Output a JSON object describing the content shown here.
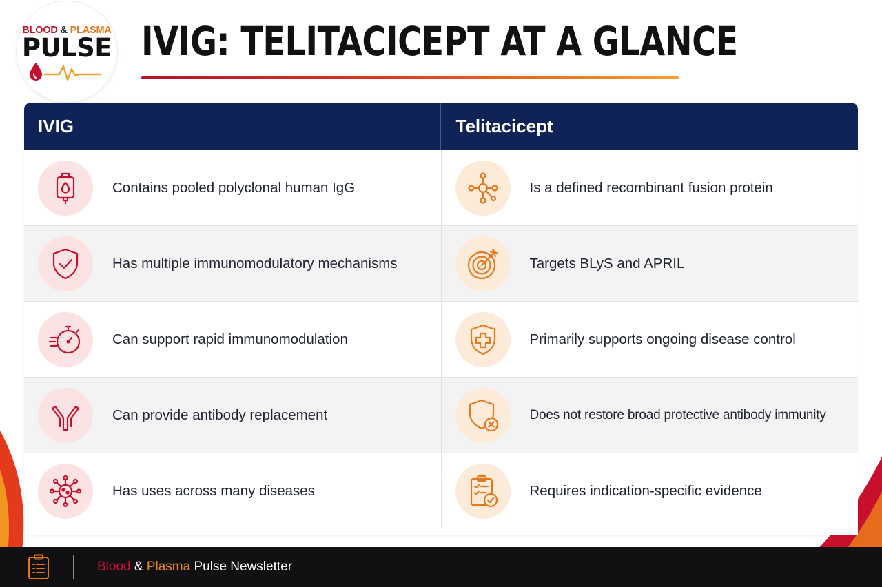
{
  "logo": {
    "top_red": "BLOOD",
    "top_amp": " & ",
    "top_orange": "PLASMA",
    "main": "PULSE"
  },
  "title": "IVIG: TELITACICEPT AT A GLANCE",
  "colors": {
    "navy_header": "#0f2356",
    "accent_red": "#c8102e",
    "accent_orange": "#e8771c"
  },
  "table": {
    "headers": [
      "IVIG",
      "Telitacicept"
    ],
    "rows": [
      {
        "ivig": {
          "icon": "iv-bag-icon",
          "text": "Contains pooled polyclonal human IgG"
        },
        "tel": {
          "icon": "molecule-icon",
          "text": "Is a defined recombinant fusion protein"
        }
      },
      {
        "ivig": {
          "icon": "shield-check-icon",
          "text": "Has multiple immunomodulatory mechanisms"
        },
        "tel": {
          "icon": "target-icon",
          "text": "Targets BLyS and APRIL"
        }
      },
      {
        "ivig": {
          "icon": "stopwatch-icon",
          "text": "Can support rapid immunomodulation"
        },
        "tel": {
          "icon": "shield-plus-icon",
          "text": "Primarily supports ongoing disease control"
        }
      },
      {
        "ivig": {
          "icon": "antibody-icon",
          "text": "Can provide antibody replacement"
        },
        "tel": {
          "icon": "shield-x-icon",
          "text": "Does not restore broad protective antibody immunity"
        }
      },
      {
        "ivig": {
          "icon": "virus-icon",
          "text": "Has uses across many diseases"
        },
        "tel": {
          "icon": "clipboard-check-icon",
          "text": "Requires indication-specific evidence"
        }
      }
    ]
  },
  "footer": {
    "icon": "clipboard-list-icon",
    "text_red": "Blood",
    "text_amp": " & ",
    "text_orange": "Plasma",
    "text_rest": " Pulse Newsletter"
  }
}
